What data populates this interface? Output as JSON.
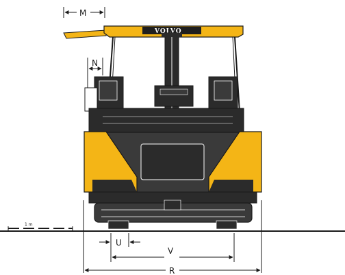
{
  "brand": {
    "name": "VOLVO"
  },
  "dimensions": {
    "M": "M",
    "N": "N",
    "U": "U",
    "V": "V",
    "R": "R"
  },
  "scale_bar": {
    "label": "1 m"
  },
  "colors": {
    "body_yellow": "#f4b516",
    "body_dark": "#3a3a3a",
    "frame_dark": "#2b2b2b",
    "line": "#1a1a1a",
    "ground": "#1a1a1a"
  }
}
